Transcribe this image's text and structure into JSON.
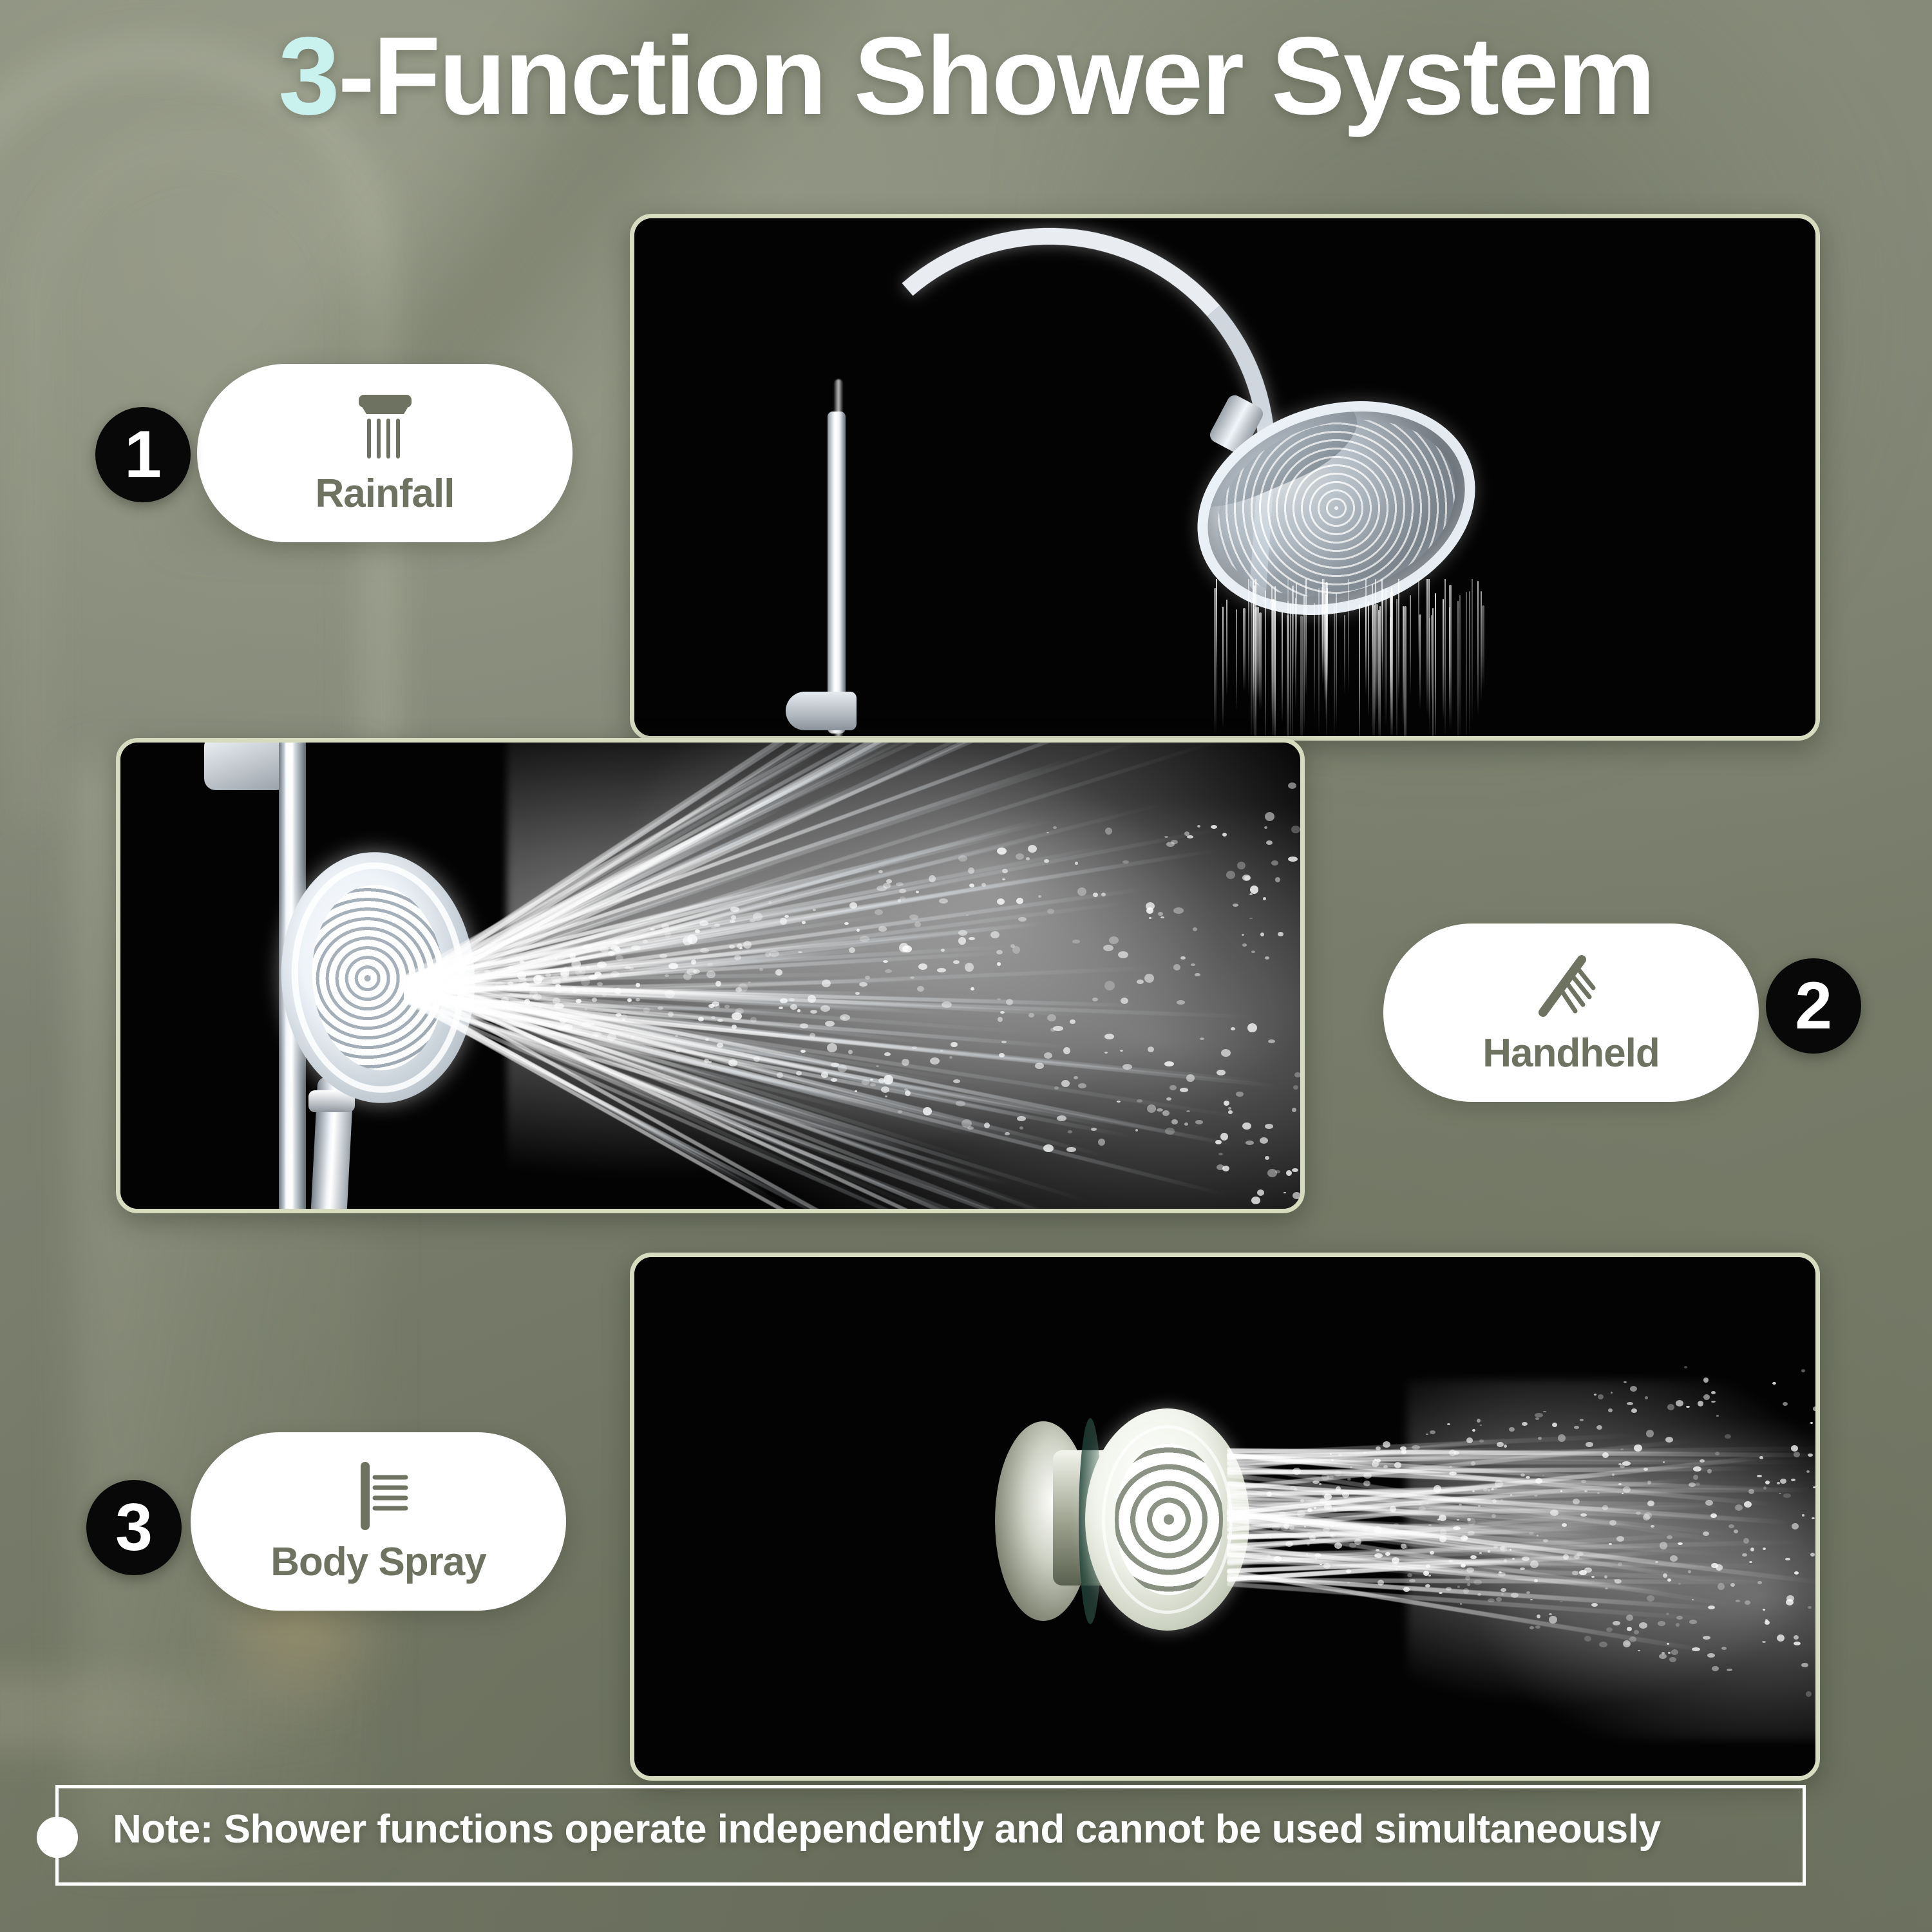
{
  "header": {
    "title_accent": "3",
    "title_rest": "-Function Shower System",
    "title_full": "3-Function Shower System",
    "accent_color": "#c9f2ef",
    "title_color": "#ffffff"
  },
  "theme": {
    "background_color": "#7b8070",
    "panel_border_color": "#d7dcc1",
    "panel_background": "#050505",
    "badge_background": "#080808",
    "badge_text_color": "#ffffff",
    "pill_background": "#ffffff",
    "pill_text_color": "#6d7360"
  },
  "features": [
    {
      "number": "1",
      "label": "Rainfall",
      "icon": "rainfall-showerhead-icon",
      "panel_caption": "Rainfall shower head with water streaming down"
    },
    {
      "number": "2",
      "label": "Handheld",
      "icon": "handheld-wand-icon",
      "panel_caption": "Handheld shower wand spraying sideways"
    },
    {
      "number": "3",
      "label": "Body Spray",
      "icon": "body-spray-jet-icon",
      "panel_caption": "Wall mounted body spray jet with horizontal streams"
    }
  ],
  "note": {
    "bullet": "note-bullet-dot",
    "text": "Note: Shower functions operate independently and cannot be used simultaneously"
  }
}
